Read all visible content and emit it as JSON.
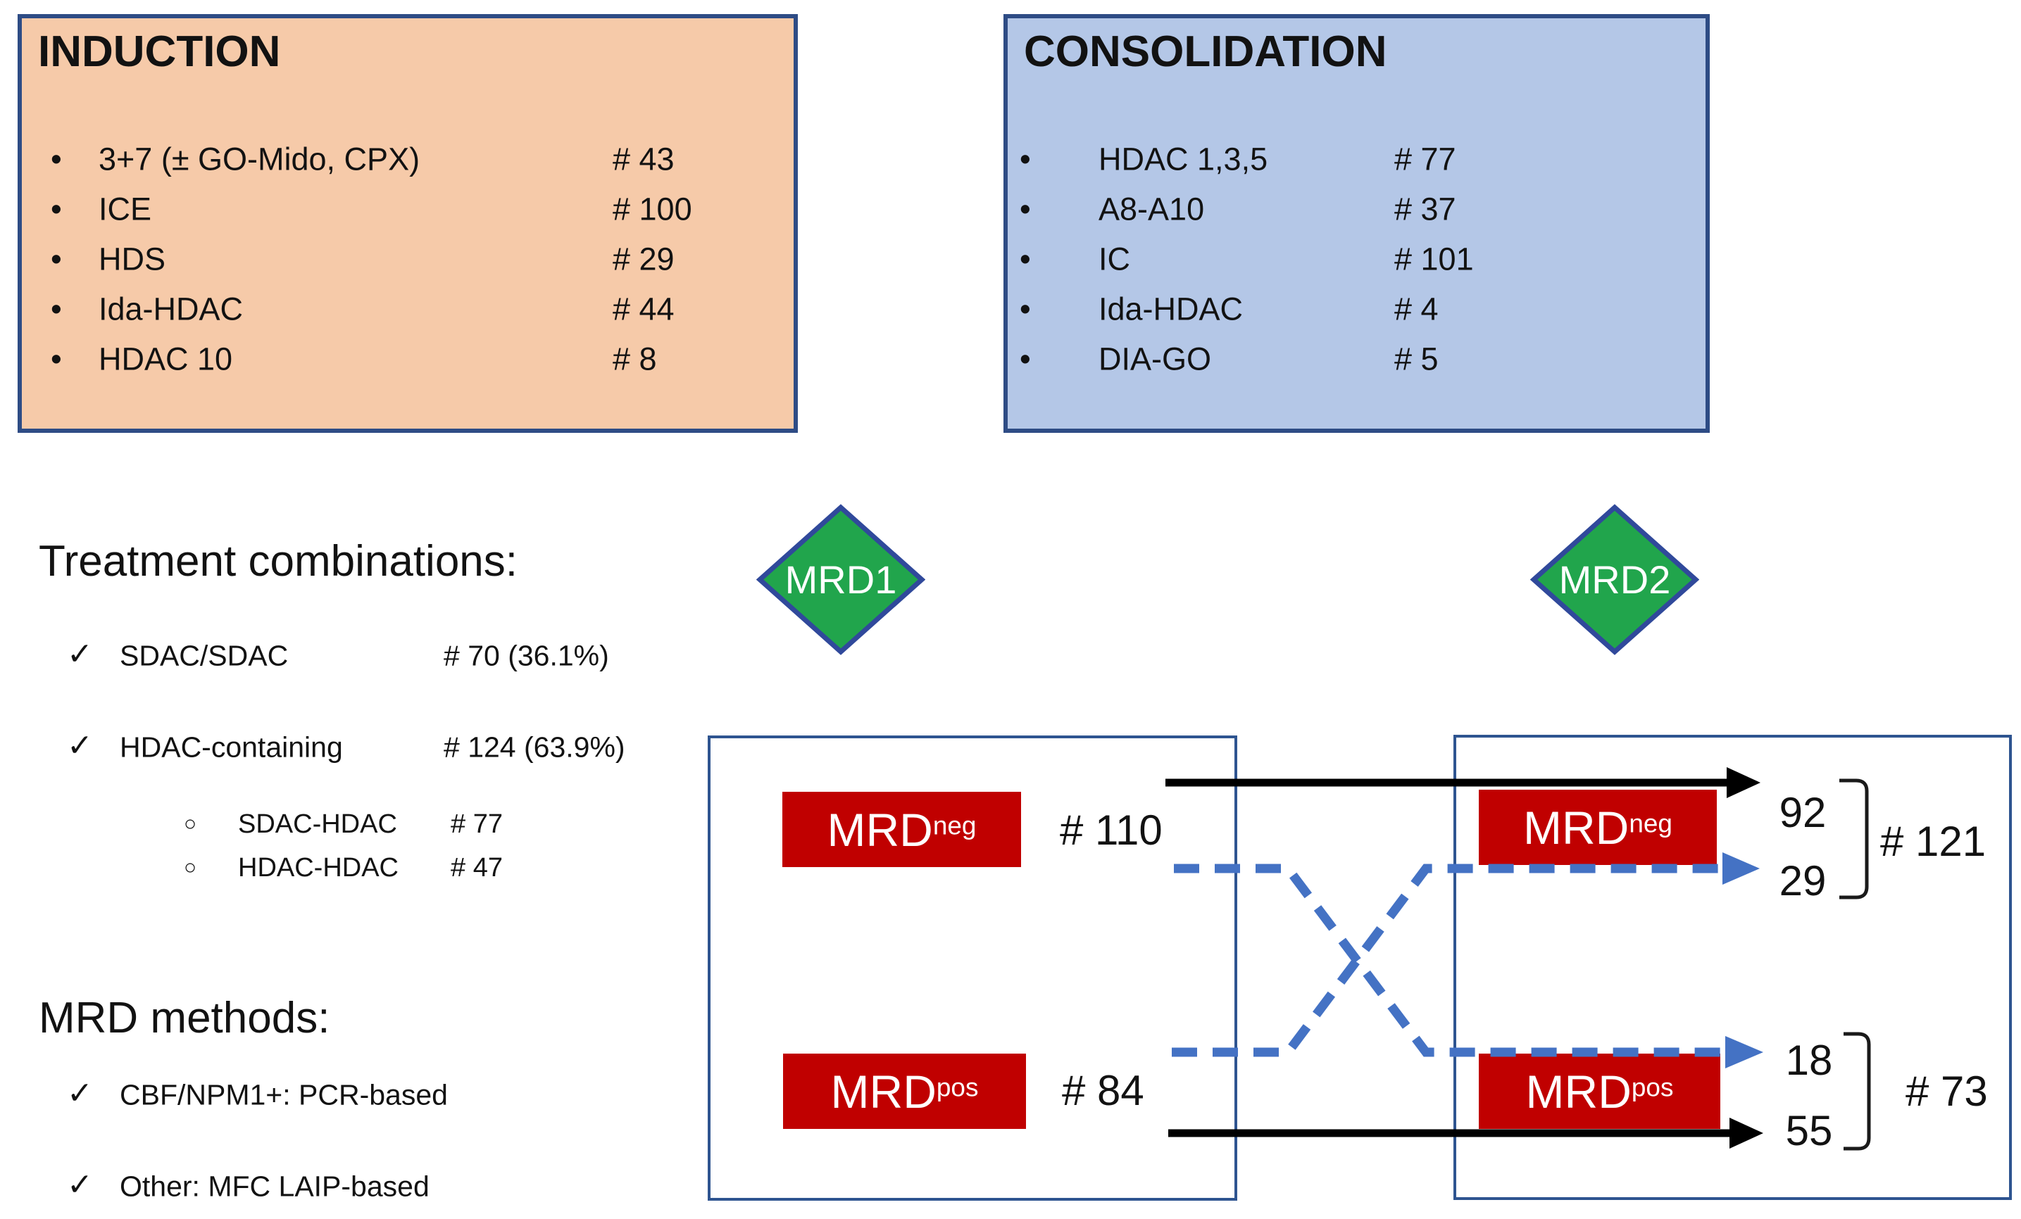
{
  "colors": {
    "induction_fill": "#F6CAA9",
    "consolidation_fill": "#B4C7E7",
    "panel_border": "#2E4C85",
    "flow_border": "#2E5490",
    "diamond_fill": "#21A54C",
    "diamond_border": "#30499B",
    "chip_fill": "#C00000",
    "dashed_arrow": "#4472C4",
    "solid_arrow": "#000000"
  },
  "glyphs": {
    "bullet": "•",
    "check": "✓",
    "circle": "○"
  },
  "induction": {
    "title": "INDUCTION",
    "items": [
      {
        "label": "3+7 (± GO-Mido, CPX)",
        "count": "# 43"
      },
      {
        "label": "ICE",
        "count": "# 100"
      },
      {
        "label": "HDS",
        "count": "# 29"
      },
      {
        "label": "Ida-HDAC",
        "count": "# 44"
      },
      {
        "label": "HDAC 10",
        "count": "# 8"
      }
    ]
  },
  "consolidation": {
    "title": "CONSOLIDATION",
    "items": [
      {
        "label": "HDAC 1,3,5",
        "count": "# 77"
      },
      {
        "label": "A8-A10",
        "count": "# 37"
      },
      {
        "label": "IC",
        "count": "# 101"
      },
      {
        "label": "Ida-HDAC",
        "count": "# 4"
      },
      {
        "label": "DIA-GO",
        "count": "# 5"
      }
    ]
  },
  "treatment_combinations": {
    "title": "Treatment combinations:",
    "items": [
      {
        "label": "SDAC/SDAC",
        "count": "# 70 (36.1%)"
      },
      {
        "label": "HDAC-containing",
        "count": "# 124 (63.9%)"
      }
    ],
    "sub_items": [
      {
        "label": "SDAC-HDAC",
        "count": "# 77"
      },
      {
        "label": "HDAC-HDAC",
        "count": "# 47"
      }
    ]
  },
  "mrd_methods": {
    "title": "MRD methods:",
    "items": [
      {
        "label": "CBF/NPM1+: PCR-based"
      },
      {
        "label": "Other: MFC LAIP-based"
      }
    ]
  },
  "milestones": {
    "mrd1_label": "MRD1",
    "mrd2_label": "MRD2"
  },
  "flow": {
    "mrd1_neg": {
      "base": "MRD",
      "sup": "neg",
      "count": "# 110"
    },
    "mrd1_pos": {
      "base": "MRD",
      "sup": "pos",
      "count": "# 84"
    },
    "mrd2_neg": {
      "base": "MRD",
      "sup": "neg",
      "total": "# 121"
    },
    "mrd2_pos": {
      "base": "MRD",
      "sup": "pos",
      "total": "# 73"
    },
    "neg_to_neg": "92",
    "pos_to_neg": "29",
    "neg_to_pos": "18",
    "pos_to_pos": "55"
  }
}
